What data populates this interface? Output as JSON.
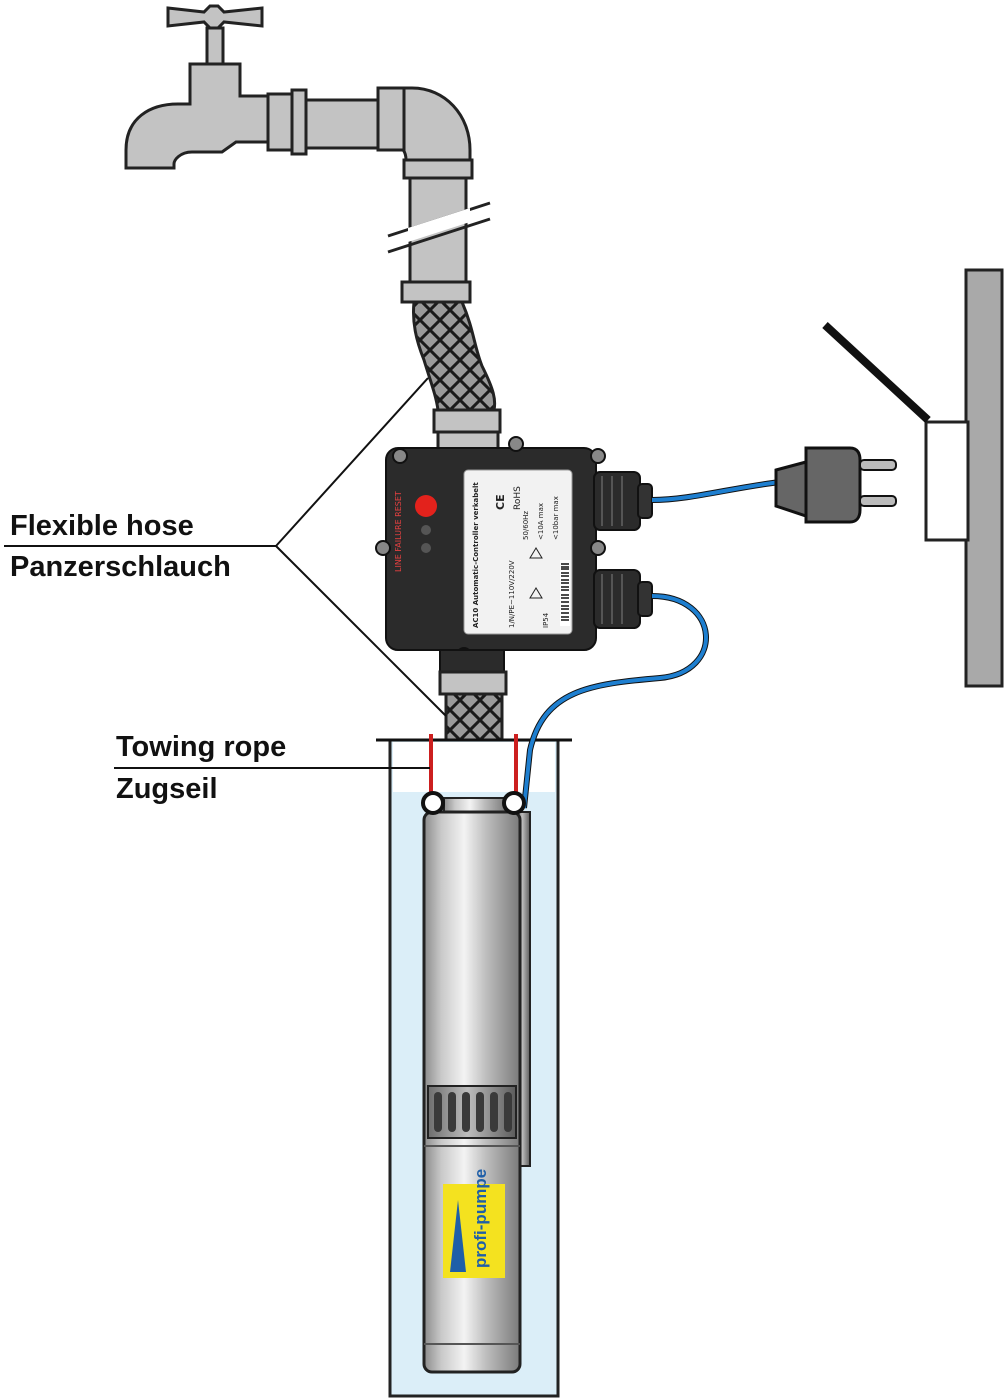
{
  "labels": {
    "hose_en": "Flexible hose",
    "hose_de": "Panzerschlauch",
    "rope_en": "Towing rope",
    "rope_de": "Zugseil"
  },
  "controller": {
    "model_line": "AC10 Automatic-Controller verkabelt",
    "voltage_line": "1/N/PE~110V/220V",
    "freq": "50/60Hz",
    "current": "<10A max",
    "pressure": "<10bar max",
    "ip": "IP54",
    "status_lights": "LINE  FAILURE  RESET",
    "ce": "CE",
    "rohs": "RoHS"
  },
  "pump_logo": {
    "text": "profi-pumpe"
  },
  "colors": {
    "pipe": "#c3c3c3",
    "water": "#dbeef8",
    "cable": "#1e7fd0",
    "rope": "#cc1f1f",
    "controller": "#2b2b2b",
    "logo_bg": "#f4e21f"
  }
}
